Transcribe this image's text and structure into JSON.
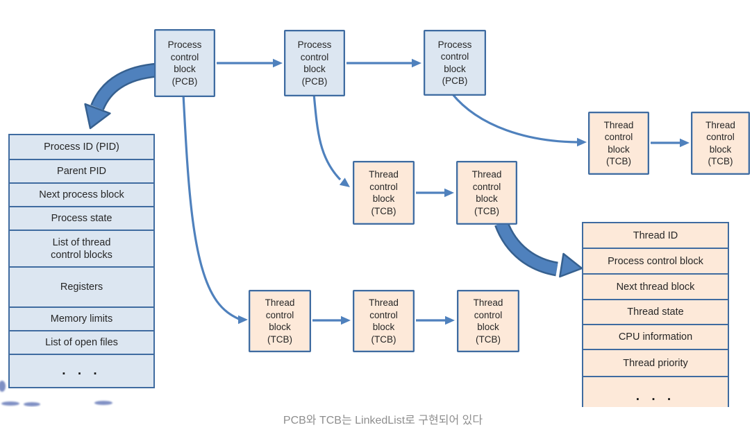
{
  "nodes": {
    "pcb_label": "Process\ncontrol\nblock\n(PCB)",
    "tcb_label": "Thread\ncontrol\nblock\n(TCB)"
  },
  "pcb_table": {
    "rows": [
      "Process ID (PID)",
      "Parent PID",
      "Next process block",
      "Process state",
      "List of thread\ncontrol blocks",
      "Registers",
      "Memory limits",
      "List of open files",
      ". . ."
    ]
  },
  "tcb_table": {
    "rows": [
      "Thread ID",
      "Process control block",
      "Next thread block",
      "Thread state",
      "CPU information",
      "Thread priority",
      ". . ."
    ]
  },
  "caption": {
    "text": "PCB와 TCB는 LinkedList로 구현되어 있다"
  },
  "icons": {
    "thick_arrow_to_pcb_table": "curved-block-arrow",
    "thick_arrow_to_tcb_table": "curved-block-arrow",
    "watermark": "blue-scribble-watermark"
  },
  "colors": {
    "accent_blue": "#4f81bd",
    "accent_blue_dark": "#36608f",
    "pcb_fill": "#dce6f1",
    "tcb_fill": "#fde9d9",
    "box_text": "#262626",
    "caption_text": "#8e8e8e"
  }
}
